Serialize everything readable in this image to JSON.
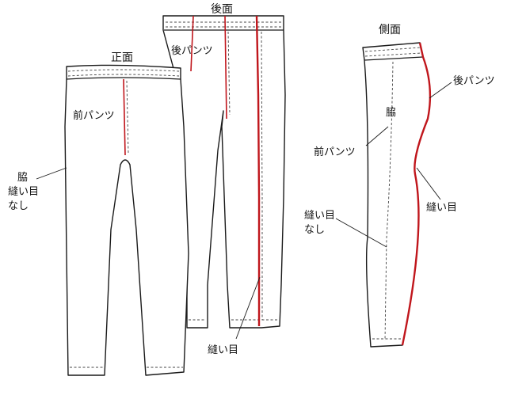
{
  "labels": {
    "front_title": "正面",
    "back_title": "後面",
    "side_title": "側面",
    "front_panel": "前パンツ",
    "back_panel": "後パンツ",
    "side_back_panel": "後パンツ",
    "side_front_panel": "前パンツ",
    "side_center": "脇",
    "front_left_note_1": "脇",
    "front_left_note_2": "縫い目",
    "front_left_note_3": "なし",
    "back_seam_note": "縫い目",
    "side_seam_note": "縫い目",
    "side_no_seam_1": "縫い目",
    "side_no_seam_2": "なし"
  },
  "colors": {
    "seam_red": "#c0161c",
    "outline": "#1a1a1a"
  }
}
